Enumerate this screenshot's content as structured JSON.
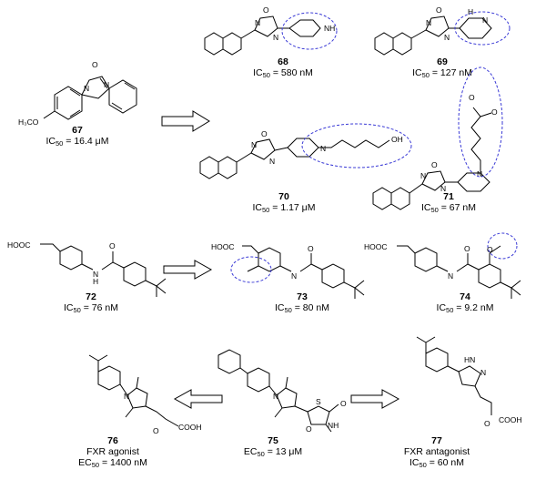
{
  "compounds": [
    {
      "id": "67",
      "value": "IC",
      "sub": "50",
      "eq": " = 16.4 μM"
    },
    {
      "id": "68",
      "value": "IC",
      "sub": "50",
      "eq": " = 580 nM"
    },
    {
      "id": "69",
      "value": "IC",
      "sub": "50",
      "eq": " = 127 nM"
    },
    {
      "id": "70",
      "value": "IC",
      "sub": "50",
      "eq": " = 1.17 μM"
    },
    {
      "id": "71",
      "value": "IC",
      "sub": "50",
      "eq": " = 67 nM"
    },
    {
      "id": "72",
      "value": "IC",
      "sub": "50",
      "eq": " = 76 nM"
    },
    {
      "id": "73",
      "value": "IC",
      "sub": "50",
      "eq": " = 80 nM"
    },
    {
      "id": "74",
      "value": "IC",
      "sub": "50",
      "eq": " = 9.2 nM"
    },
    {
      "id": "75",
      "value": "EC",
      "sub": "50",
      "eq": " = 13  μM"
    },
    {
      "id": "76",
      "role": "FXR agonist",
      "value": "EC",
      "sub": "50",
      "eq": " = 1400 nM"
    },
    {
      "id": "77",
      "role": "FXR antagonist",
      "value": "IC",
      "sub": "50",
      "eq": " = 60 nM"
    }
  ],
  "atoms": {
    "O": "O",
    "N": "N",
    "NH": "NH",
    "HN": "HN",
    "OH": "OH",
    "S": "S",
    "H3CO": "H₃CO",
    "HOOC": "HOOC",
    "COOH": "COOH",
    "H": "H"
  }
}
